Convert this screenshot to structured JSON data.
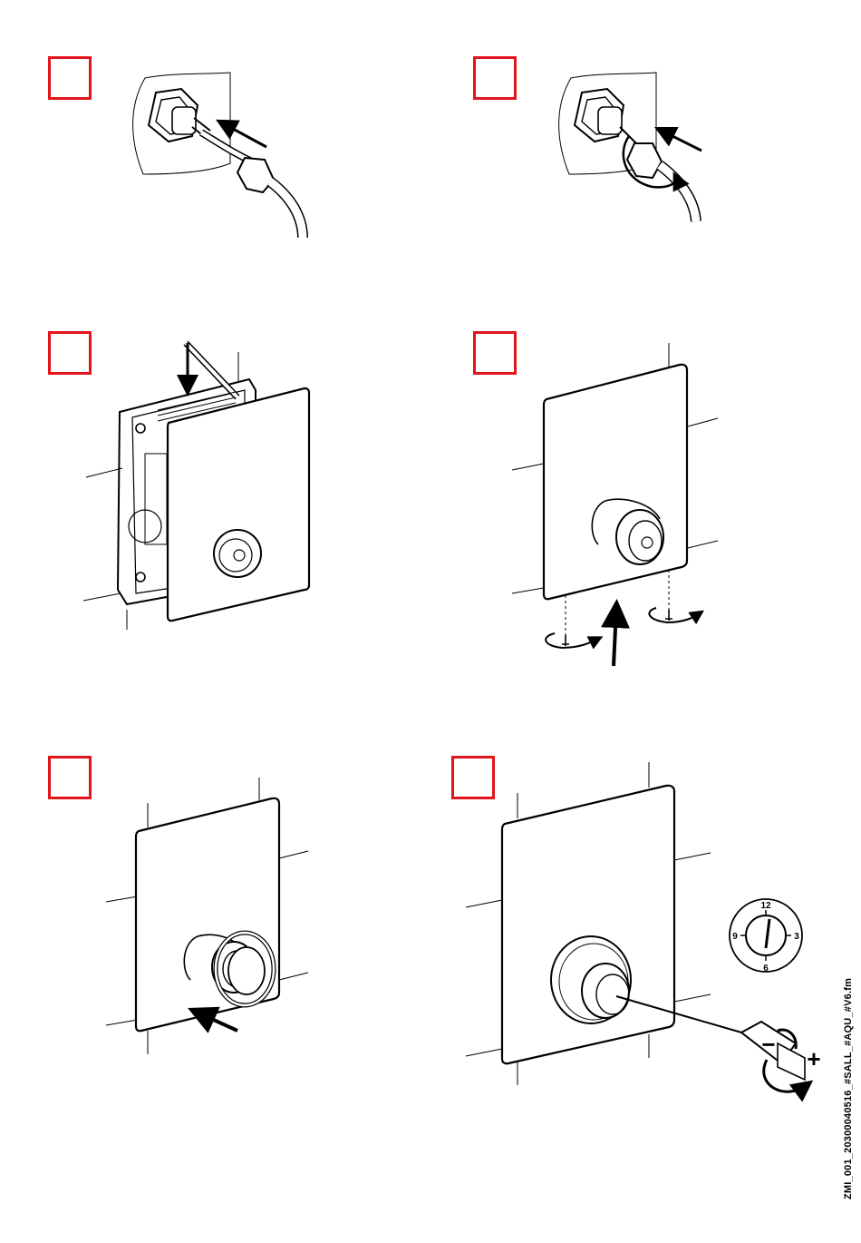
{
  "steps": [
    {
      "id": "step-1",
      "label": ""
    },
    {
      "id": "step-2",
      "label": ""
    },
    {
      "id": "step-3",
      "label": ""
    },
    {
      "id": "step-4",
      "label": ""
    },
    {
      "id": "step-5",
      "label": ""
    },
    {
      "id": "step-6",
      "label": ""
    }
  ],
  "dial": {
    "top": "12",
    "right": "3",
    "bottom": "6",
    "left": "9"
  },
  "adjust": {
    "minus": "−",
    "plus": "+"
  },
  "document_code": "ZMI_001_20300040516_#SALL_#AQU_#V6.fm",
  "colors": {
    "step_box": "#e2141c",
    "line": "#000000"
  }
}
